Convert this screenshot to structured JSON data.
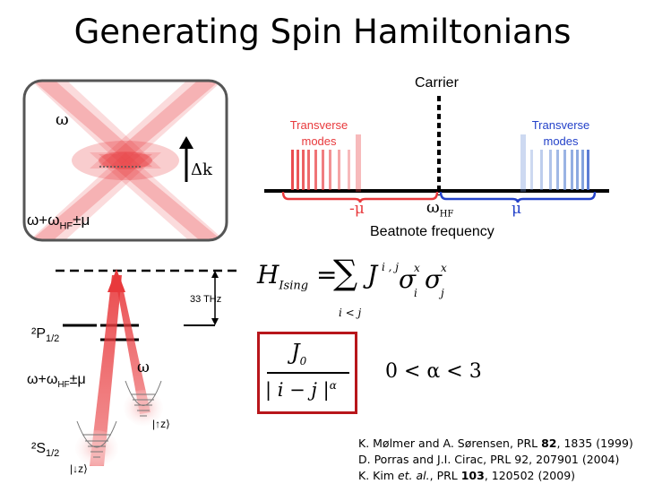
{
  "title": "Generating Spin Hamiltonians",
  "spectrum": {
    "carrier_label": "Carrier",
    "transverse_left": [
      "Transverse",
      "modes"
    ],
    "transverse_right": [
      "Transverse",
      "modes"
    ],
    "minus_mu": "-μ",
    "omega_hf": "ω",
    "hf_sub": "HF",
    "mu": "μ",
    "beatnote_label": "Beatnote frequency"
  },
  "trap": {
    "omega_label": "ω",
    "omega_hf_pm_mu": "ω+ω",
    "hf_sub": "HF",
    "pm_mu": "±μ",
    "delta_k": "Δk"
  },
  "levels": {
    "thz_label": "33 THz",
    "p_level": "²P",
    "p_sub": "1/2",
    "s_level": "²S",
    "s_sub": "1/2",
    "omega_hf_pm_mu": "ω+ω",
    "hf_sub": "HF",
    "pm_mu": "±μ",
    "omega": "ω",
    "ket_up": "|↑z⟩",
    "ket_down": "|↓z⟩"
  },
  "equations": {
    "h_ising": "H",
    "ising_sub": "Ising",
    "eq": "=",
    "sum": "∑",
    "sum_sub": "i < j",
    "j_sup": "i , j",
    "j": "J",
    "sigma_i": "σ",
    "sigma_i_sub": "i",
    "sigma_i_sup": "x",
    "sigma_j": "σ",
    "sigma_j_sub": "j",
    "sigma_j_sup": "x",
    "j0": "J",
    "j0_sub": "0",
    "denom": "| i − j |",
    "alpha": "α",
    "alpha_range": "0 < α < 3"
  },
  "references": [
    {
      "text": "K. Mølmer and A. Sørensen, PRL ",
      "bold": "82",
      "rest": ", 1835 (1999)"
    },
    {
      "text": "D. Porras and J.I. Cirac, PRL 92, 207901 (2004)",
      "bold": "",
      "rest": ""
    },
    {
      "text": "K. Kim ",
      "italic": "et. al.",
      "text2": ", PRL ",
      "bold": "103",
      "rest": ", 120502 (2009)"
    }
  ],
  "colors": {
    "laser_red": "#e8393c",
    "mode_blue": "#6f93d8",
    "bracket_red": "#e8393c",
    "bracket_blue": "#2442c9",
    "box_red": "#b8161b"
  }
}
